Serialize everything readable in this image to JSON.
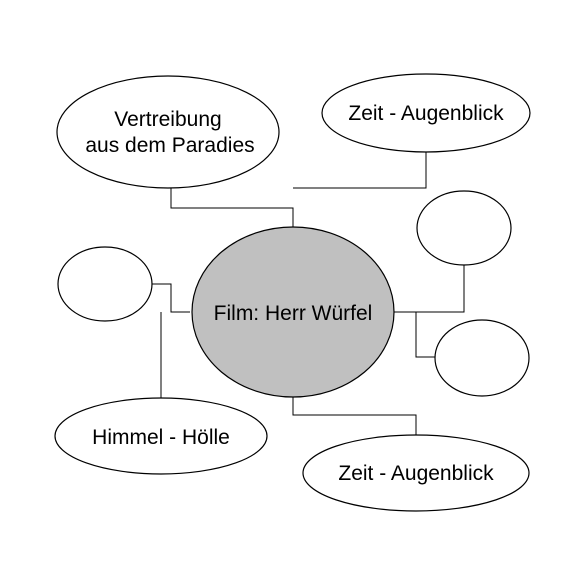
{
  "colors": {
    "center_fill": "#c0c0c0",
    "node_fill": "#ffffff",
    "stroke": "#000000"
  },
  "center": {
    "label": "Film: Herr Würfel"
  },
  "nodes": {
    "vertreibung": {
      "line1": "Vertreibung",
      "line2": "aus dem Paradies"
    },
    "zeit_top": {
      "label": "Zeit - Augenblick"
    },
    "himmel": {
      "label": "Himmel - Hölle"
    },
    "zeit_bottom": {
      "label": "Zeit - Augenblick"
    },
    "empty_left": {
      "label": ""
    },
    "empty_right_top": {
      "label": ""
    },
    "empty_right_bottom": {
      "label": ""
    }
  }
}
